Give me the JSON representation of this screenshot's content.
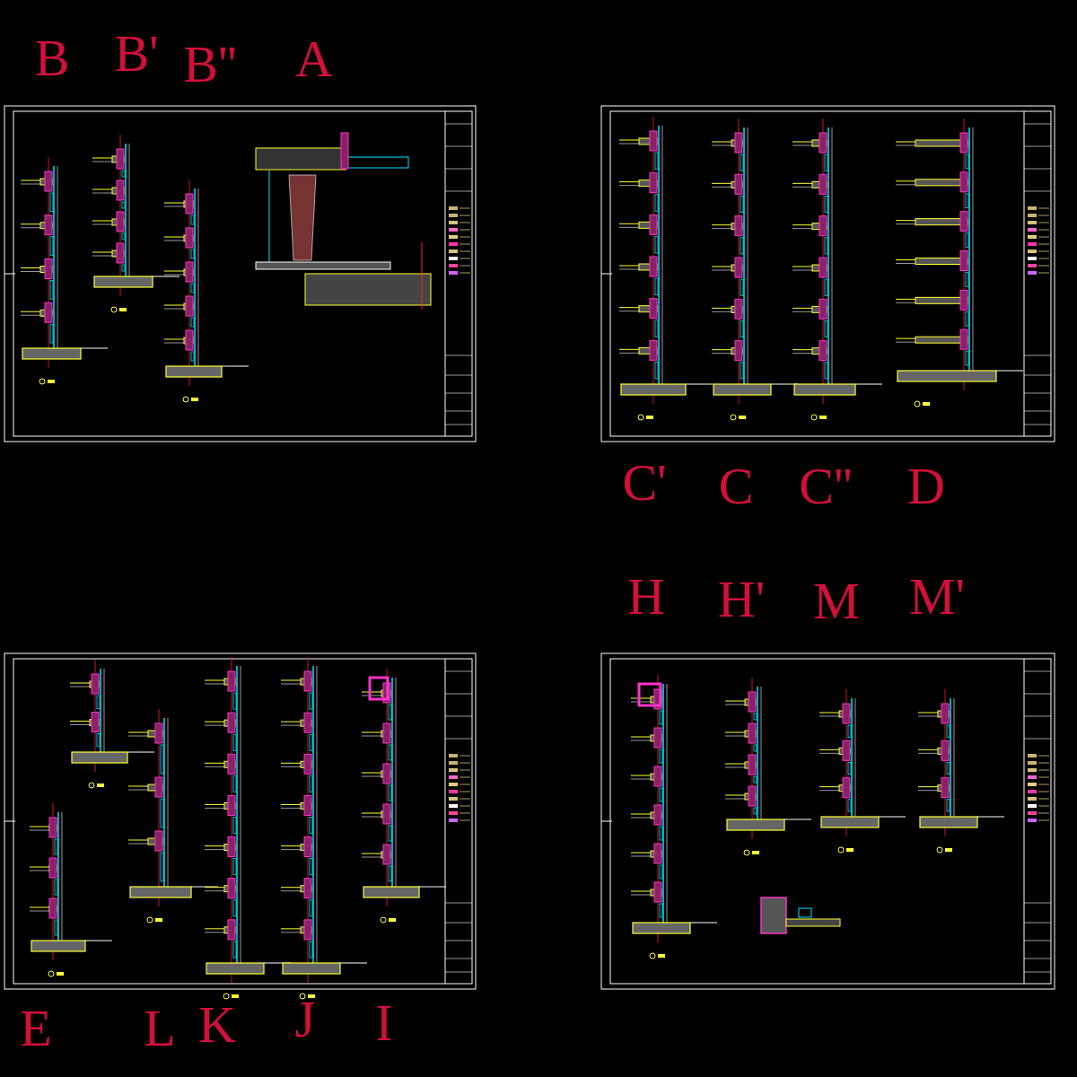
{
  "diagram": {
    "labels": [
      "B",
      "B'",
      "B''",
      "A",
      "C'",
      "C",
      "C''",
      "D",
      "H",
      "H'",
      "M",
      "M'",
      "E",
      "L",
      "K",
      "J",
      "I"
    ]
  }
}
